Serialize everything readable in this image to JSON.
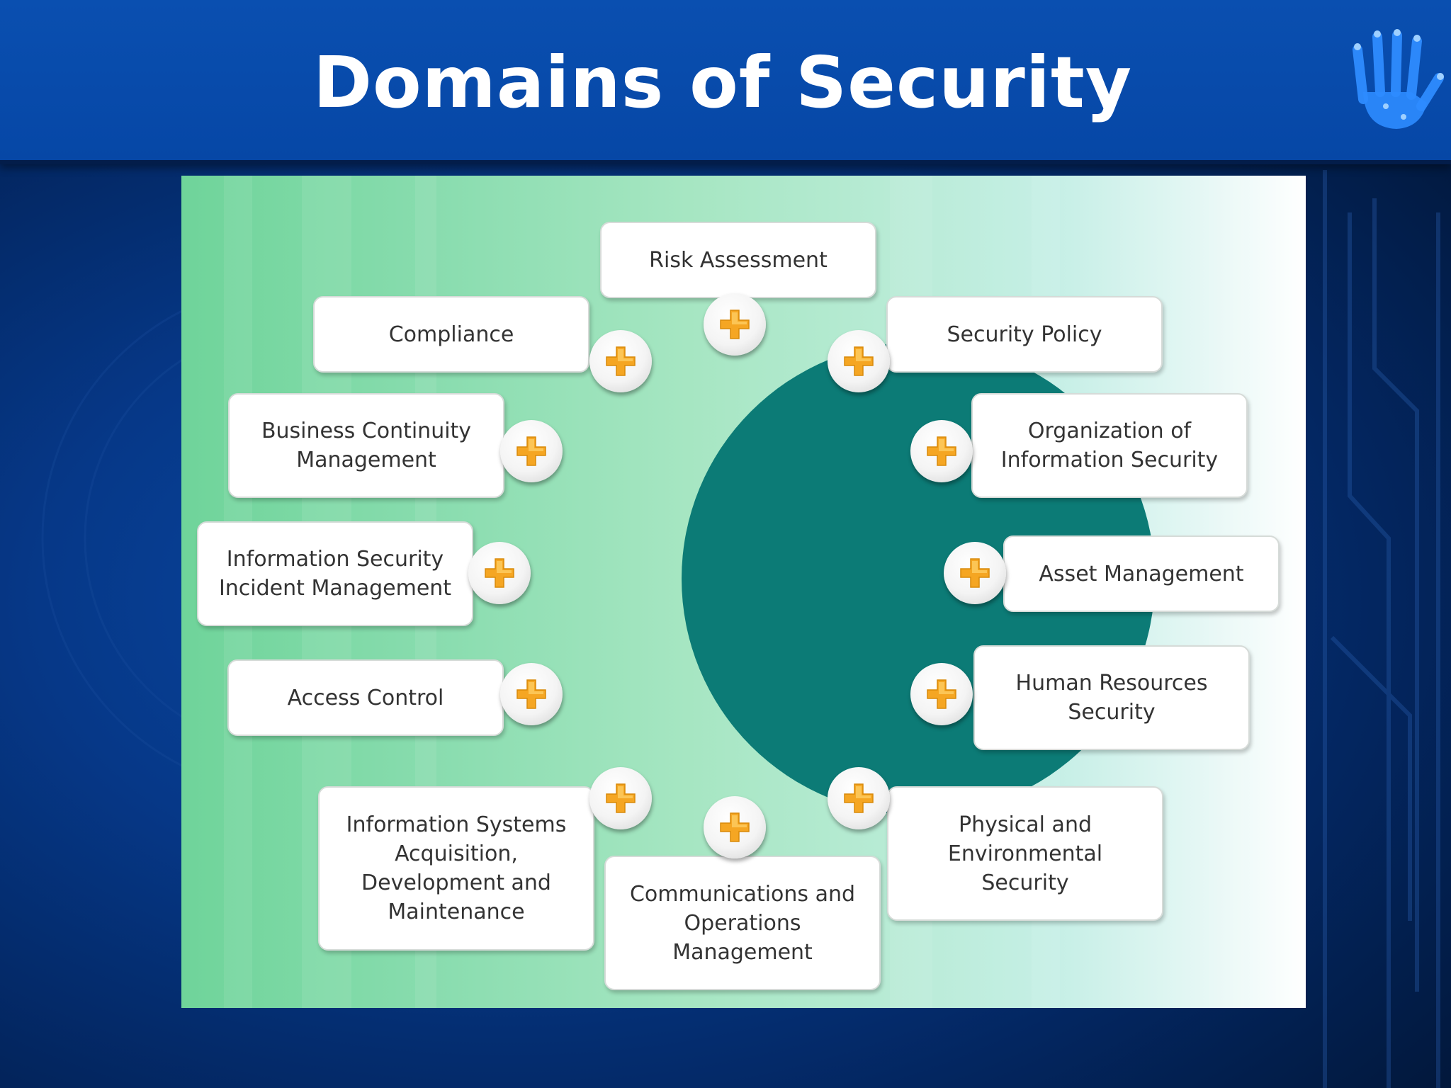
{
  "slide": {
    "title": "Domains of Security"
  },
  "logo": {
    "icon": "hand-print-icon"
  },
  "diagram": {
    "hub_color": "#0c7b76",
    "plus_color": "#f5a623",
    "nodes": [
      {
        "id": "risk-assessment",
        "lines": [
          "Risk Assessment"
        ]
      },
      {
        "id": "security-policy",
        "lines": [
          "Security Policy"
        ]
      },
      {
        "id": "organization-of-information-security",
        "lines": [
          "Organization of",
          "Information Security"
        ]
      },
      {
        "id": "asset-management",
        "lines": [
          "Asset Management"
        ]
      },
      {
        "id": "human-resources-security",
        "lines": [
          "Human Resources",
          "Security"
        ]
      },
      {
        "id": "physical-and-environmental-security",
        "lines": [
          "Physical and",
          "Environmental",
          "Security"
        ]
      },
      {
        "id": "communications-and-operations-management",
        "lines": [
          "Communications and",
          "Operations",
          "Management"
        ]
      },
      {
        "id": "information-systems-acquisition",
        "lines": [
          "Information Systems",
          "Acquisition,",
          "Development and",
          "Maintenance"
        ]
      },
      {
        "id": "access-control",
        "lines": [
          "Access Control"
        ]
      },
      {
        "id": "information-security-incident-management",
        "lines": [
          "Information Security",
          "Incident Management"
        ]
      },
      {
        "id": "business-continuity-management",
        "lines": [
          "Business Continuity",
          "Management"
        ]
      },
      {
        "id": "compliance",
        "lines": [
          "Compliance"
        ]
      }
    ]
  }
}
